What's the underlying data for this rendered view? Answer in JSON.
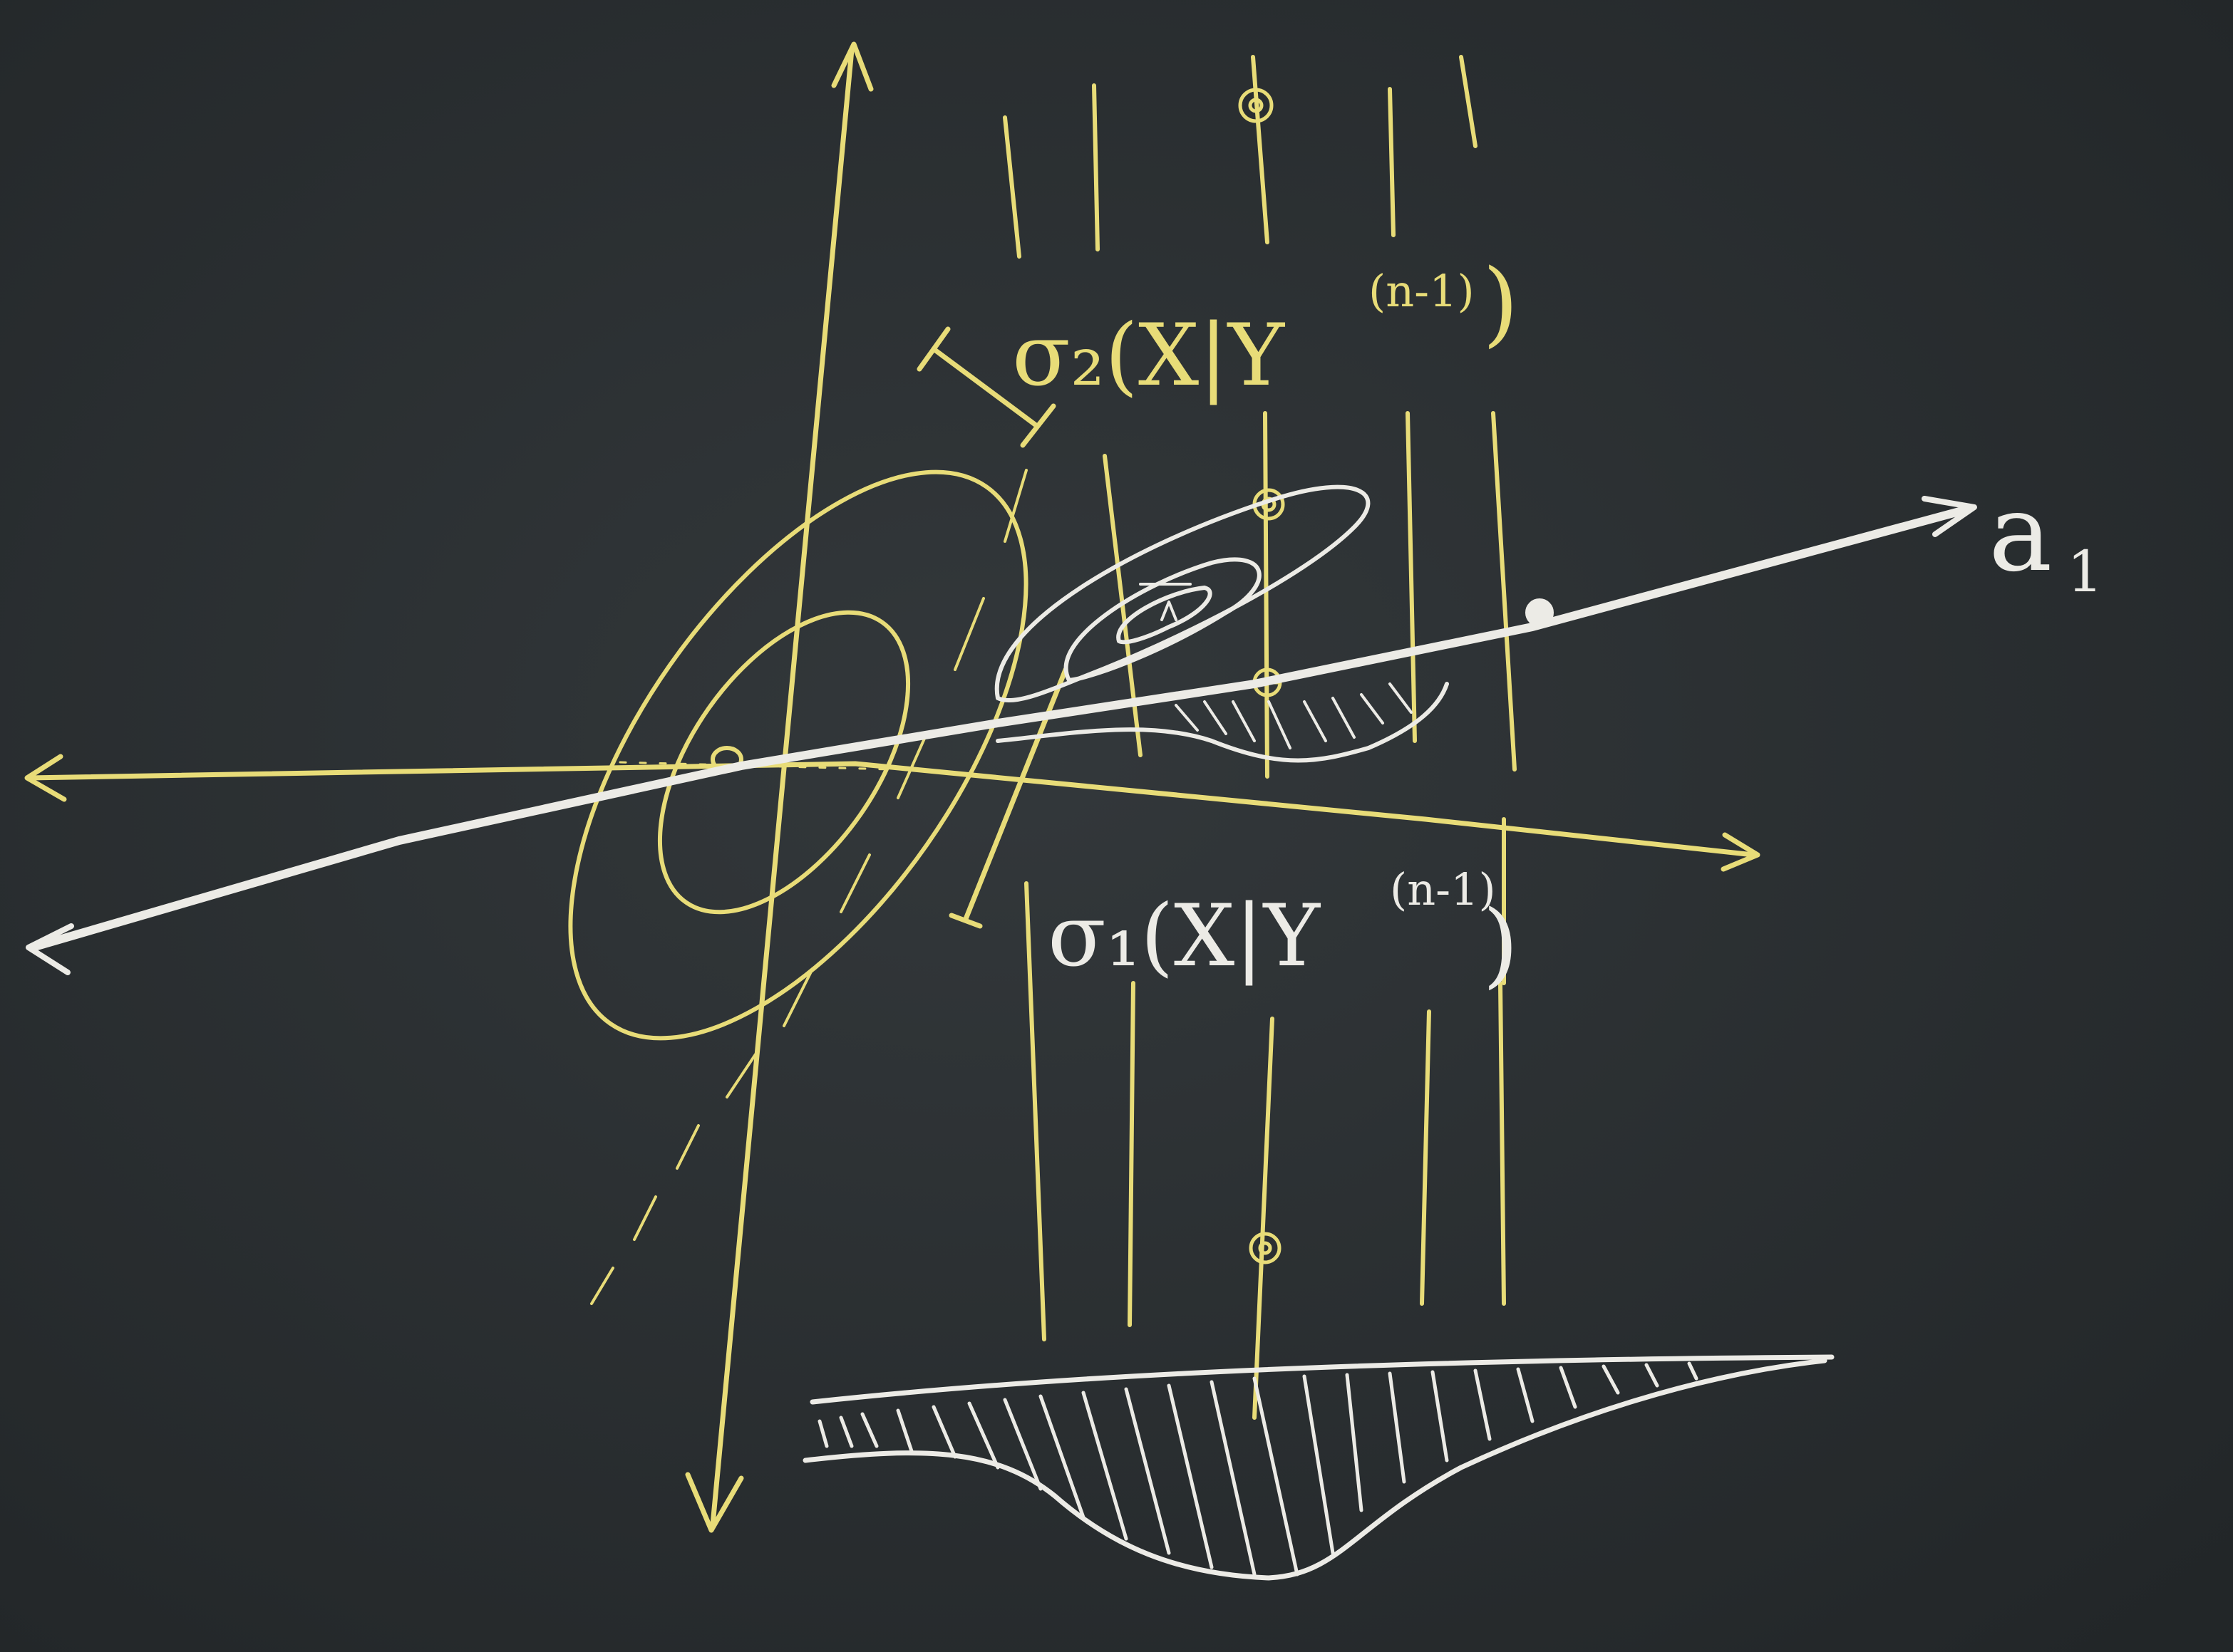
{
  "labels": {
    "sigma2": "σ₂(X|Y",
    "sigma2_sup": "(n-1)",
    "sigma2_close": ")",
    "sigma1": "σ₁(X|Y",
    "sigma1_sup": "(n-1)",
    "sigma1_close": ")",
    "axis_a1": "a",
    "axis_a1_sub": "1"
  },
  "colors": {
    "board": "#2b2f32",
    "chalk_yellow": "#e8dc78",
    "chalk_white": "#ecebe6"
  }
}
